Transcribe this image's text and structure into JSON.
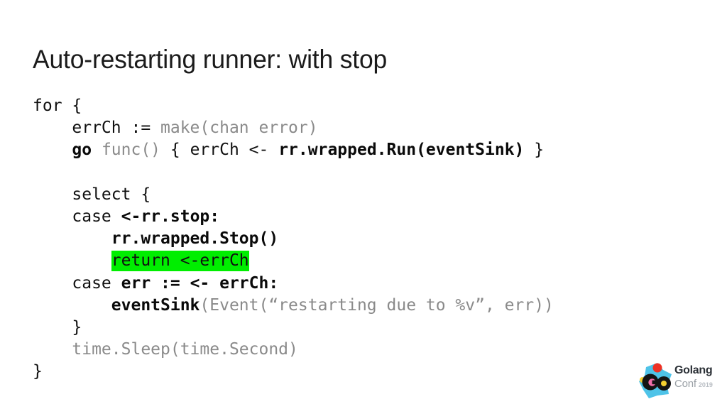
{
  "slide": {
    "title": "Auto-restarting runner: with stop",
    "background_color": "#ffffff",
    "highlight_color": "#00ee00",
    "code_text_color": "#101010",
    "code_muted_color": "#8a8a8a"
  },
  "code": {
    "language": "go",
    "lines": [
      {
        "id": "line-for",
        "indent": 0,
        "highlighted": false,
        "tokens": [
          {
            "text": "for {",
            "style": "plain"
          }
        ]
      },
      {
        "id": "line-errch-make",
        "indent": 1,
        "highlighted": false,
        "tokens": [
          {
            "text": "errCh := ",
            "style": "plain"
          },
          {
            "text": "make(chan error)",
            "style": "muted"
          }
        ]
      },
      {
        "id": "line-go-func",
        "indent": 1,
        "highlighted": false,
        "tokens": [
          {
            "text": "go ",
            "style": "bold"
          },
          {
            "text": "func() ",
            "style": "muted"
          },
          {
            "text": "{ errCh <- ",
            "style": "plain"
          },
          {
            "text": "rr.wrapped.Run(eventSink)",
            "style": "bold"
          },
          {
            "text": " }",
            "style": "plain"
          }
        ]
      },
      {
        "id": "line-blank-1",
        "indent": 0,
        "highlighted": false,
        "tokens": []
      },
      {
        "id": "line-select",
        "indent": 1,
        "highlighted": false,
        "tokens": [
          {
            "text": "select {",
            "style": "plain"
          }
        ]
      },
      {
        "id": "line-case-stop",
        "indent": 1,
        "highlighted": false,
        "tokens": [
          {
            "text": "case ",
            "style": "plain"
          },
          {
            "text": "<-rr.stop:",
            "style": "bold"
          }
        ]
      },
      {
        "id": "line-wrapped-stop",
        "indent": 2,
        "highlighted": false,
        "tokens": [
          {
            "text": "rr.wrapped.Stop()",
            "style": "bold"
          }
        ]
      },
      {
        "id": "line-return-errch",
        "indent": 2,
        "highlighted": true,
        "tokens": [
          {
            "text": "return <-errCh",
            "style": "plain"
          }
        ]
      },
      {
        "id": "line-case-err",
        "indent": 1,
        "highlighted": false,
        "tokens": [
          {
            "text": "case ",
            "style": "plain"
          },
          {
            "text": "err := <- errCh:",
            "style": "bold"
          }
        ]
      },
      {
        "id": "line-eventsink",
        "indent": 2,
        "highlighted": false,
        "tokens": [
          {
            "text": "eventSink",
            "style": "bold"
          },
          {
            "text": "(Event(“restarting due to %v”, err))",
            "style": "muted"
          }
        ]
      },
      {
        "id": "line-close-select",
        "indent": 1,
        "highlighted": false,
        "tokens": [
          {
            "text": "}",
            "style": "plain"
          }
        ]
      },
      {
        "id": "line-time-sleep",
        "indent": 1,
        "highlighted": false,
        "tokens": [
          {
            "text": "time.Sleep(time.Second)",
            "style": "muted"
          }
        ]
      },
      {
        "id": "line-close-for",
        "indent": 0,
        "highlighted": false,
        "tokens": [
          {
            "text": "}",
            "style": "plain"
          }
        ]
      }
    ]
  },
  "logo": {
    "name": "golangconf-logo",
    "brand": "Golang",
    "event": "Conf",
    "year": "2019",
    "mark_shape_color": "#4ec3e8",
    "mark_dot_red": "#ed3124",
    "mark_dot_yellow": "#f5d030",
    "mark_go_color": "#1a1a1a",
    "mark_o_inner": "#f06ea9",
    "mark_o_center": "#f5d030",
    "brand_color": "#2b3036",
    "event_color": "#9aa0a6",
    "year_color": "#b9bec4"
  }
}
